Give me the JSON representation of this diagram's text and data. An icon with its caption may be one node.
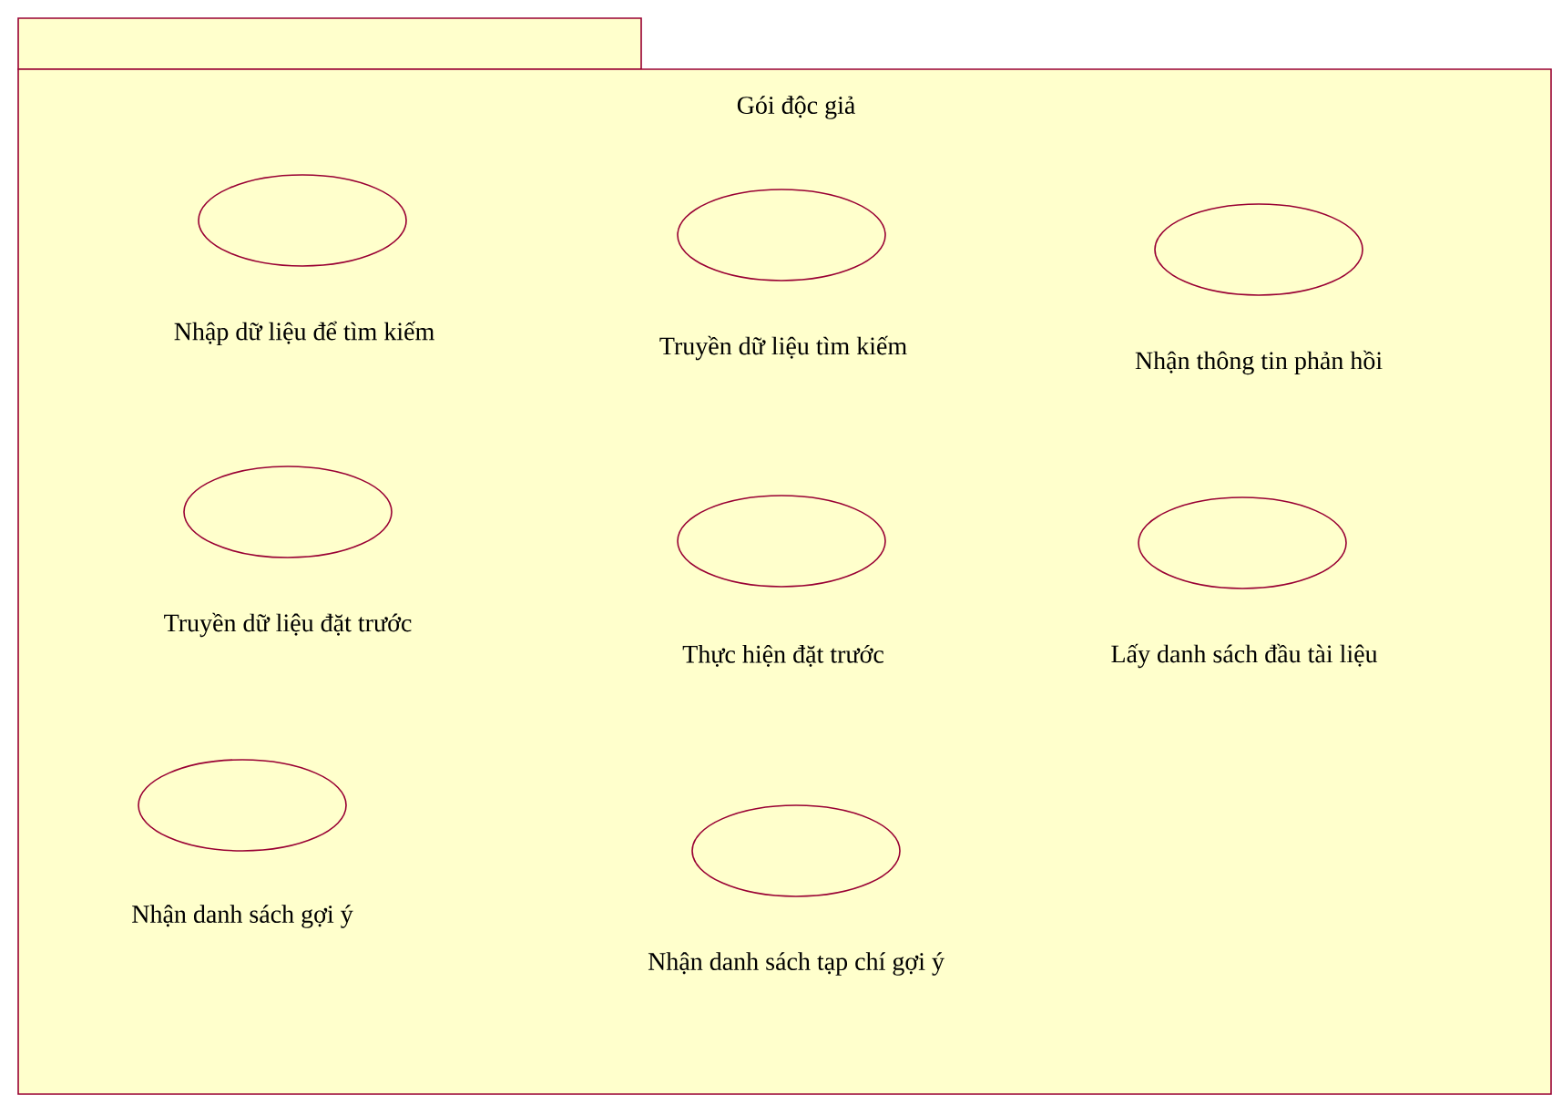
{
  "diagram": {
    "nodes": [
      {
        "text": [
          "Gói độc giả"
        ]
      },
      {
        "text": [
          "Nhập dữ liệu để tìm kiếm"
        ],
        "in": 0
      },
      {
        "text": [
          "Truyền dữ liệu tìm kiếm"
        ],
        "in": 0
      },
      {
        "text": [
          "Nhận thông tin phản hồi"
        ],
        "in": 0
      },
      {
        "text": [
          "Truyền dữ liệu đặt trước"
        ],
        "in": 0
      },
      {
        "text": [
          "Thực hiện đặt trước"
        ],
        "in": 0
      },
      {
        "text": [
          "Lấy danh sách đầu tài liệu"
        ],
        "in": 0
      },
      {
        "text": [
          "Nhận danh sách gợi ý"
        ],
        "in": 0
      },
      {
        "text": [
          "Nhận danh sách tạp chí gợi ý"
        ],
        "in": 0
      }
    ]
  }
}
